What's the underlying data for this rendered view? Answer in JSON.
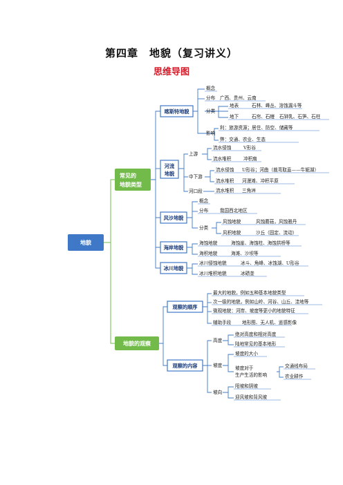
{
  "title": "第四章　地貌（复习讲义）",
  "subtitle": "思维导图",
  "root": "地貌",
  "branch1": {
    "line1": "常见的",
    "line2": "地貌类型"
  },
  "branch2": "地貌的观察",
  "karst": {
    "title": "喀斯特地貌",
    "concept": "概念",
    "distribution": "分布",
    "distribution_value": "广西、贵州、云南",
    "classify": "分类",
    "surface": "地表",
    "surface_value": "石林、峰丛、溶蚀漏斗等",
    "underground": "地下",
    "underground_value": "石钟乳、石笋、石柱",
    "underground_value_a": "石帘、石幔",
    "influence": "影响",
    "pro": "利：旅游资源；居住、防空、储藏等",
    "con": "弊：交通、农业、生态"
  },
  "river": {
    "title_a": "河流",
    "title_b": "地貌",
    "upper": "上游",
    "upper_erosion": "流水侵蚀",
    "upper_erosion_value": "V形谷",
    "upper_deposit": "流水堆积",
    "upper_deposit_value": "冲积扇",
    "middle": "中下游",
    "middle_erosion": "流水侵蚀",
    "middle_erosion_value": "U形谷；河曲（裁弯取直——牛轭湖）",
    "middle_deposit": "流水堆积",
    "middle_deposit_value": "河漫滩、冲积平原",
    "estuary": "河口段",
    "estuary_deposit": "流水堆积",
    "estuary_deposit_value": "三角洲"
  },
  "desert": {
    "title": "风沙地貌",
    "concept": "概念",
    "distribution": "分布",
    "distribution_value": "我国西北地区",
    "classify": "分类",
    "erosion": "风蚀地貌",
    "erosion_value": "风蚀蘑菇，风蚀雅丹",
    "deposit": "风积地貌",
    "deposit_value": "沙丘（固定、流动）"
  },
  "coast": {
    "title": "海岸地貌",
    "erosion": "海蚀地貌",
    "erosion_value": "海蚀崖、海蚀柱、海蚀拱桥等",
    "deposit": "海积地貌",
    "deposit_value": "海滩、沙坝等"
  },
  "glacier": {
    "title": "冰川地貌",
    "erosion": "冰川侵蚀地貌",
    "erosion_value": "冰斗、角峰、冰蚀湖、U形谷",
    "deposit": "冰川堆积地貌",
    "deposit_value": "冰碛垄"
  },
  "order": {
    "title": "观察的顺序",
    "item1": "最大的地貌，例如五种基本地貌类型",
    "item2": "次一级的地貌，例如山岭、河谷、山丘、洼地等",
    "item3": "微观地貌：河岸、坡度等更小的地貌特征",
    "tools": "辅助手段",
    "tools_value": "地形图、无人机、遥感影像"
  },
  "content": {
    "title": "观察的内容",
    "height": "高度",
    "height_a": "绝对高度和相对高度",
    "height_b": "陆地常见的基本地形",
    "slope": "坡度",
    "slope_a": "坡度的大小",
    "slope_b_1": "坡度对于",
    "slope_b_2": "生产生活的影响",
    "slope_b_x": "交通线布局",
    "slope_b_y": "农业耕作",
    "aspect": "坡向",
    "aspect_a": "阳坡和阴坡",
    "aspect_b": "迎风坡和背风坡"
  },
  "colors": {
    "root": "#3f78c7",
    "branch": "#72bb4b",
    "subtitle": "#d11c2a"
  }
}
